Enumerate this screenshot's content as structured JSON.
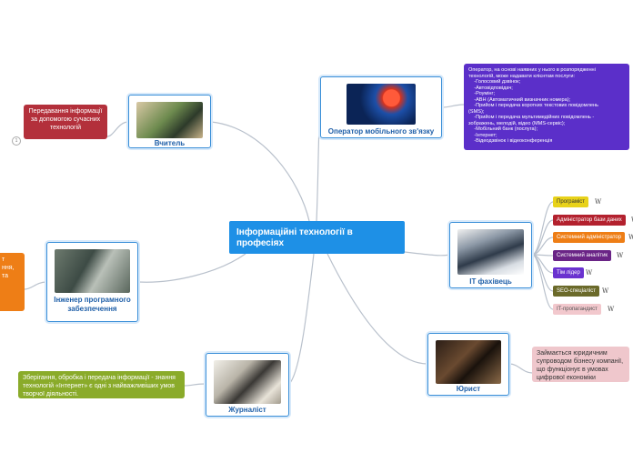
{
  "center": {
    "title": "Інформаційні технології в професіях"
  },
  "nodes": {
    "teacher": {
      "label": "Вчитель",
      "icon": "classroom-photo-icon"
    },
    "mobile": {
      "label": "Оператор мобільного зв'язку",
      "icon": "lte-network-photo-icon"
    },
    "it": {
      "label": "ІТ фахівець",
      "icon": "devices-photo-icon"
    },
    "software": {
      "label": "Інженер програмного забезпечення",
      "icon": "engineer-photo-icon"
    },
    "journalist": {
      "label": "Журналіст",
      "icon": "writing-desk-photo-icon"
    },
    "lawyer": {
      "label": "Юрист",
      "icon": "gavel-photo-icon"
    }
  },
  "notes": {
    "teacher": "Передавання інформації за допомогою сучасних технологій",
    "software_partial": "т\nння,\nта",
    "journalist": "Зберігання, обробка і передача інформації - знання технологій «Інтернет» є одні з найважливіших умов творчої діяльності.",
    "lawyer": "Займається юридичним супроводом бізнесу компанії, що функціонує в умовах цифрової економіки",
    "mobile_lines": [
      "Оператор, на основі наявних у нього в розпорядженні",
      "технологій, може надавати клієнтам послуги:",
      "",
      "    -Голосовий дзвінок;",
      "    -Автовідповідач;",
      "    -Роумінг;",
      "    -АВН (Автоматичний визначник номера);",
      "    -Прийом і передача коротких текстових повідомлень",
      "(SMS);",
      "    -Прийом і передача мультимедійних повідомлень -",
      "зображень, мелодій, відео (MMS-сервіс);",
      "    -Мобільний банк (послуга);",
      "    -Інтернет;",
      "    -Відеодзвінок і відеоконференція"
    ]
  },
  "it_tags": [
    {
      "label": "Програміст",
      "color": "#e8d21a",
      "text": "#333333"
    },
    {
      "label": "Адміністратор бази даних",
      "color": "#b3212e",
      "text": "#ffffff"
    },
    {
      "label": "Системний адміністратор",
      "color": "#ee7e16",
      "text": "#ffffff"
    },
    {
      "label": "Системний аналітик",
      "color": "#6a2486",
      "text": "#ffffff"
    },
    {
      "label": "Тім лідер",
      "color": "#6a32cf",
      "text": "#ffffff"
    },
    {
      "label": "SEO-спеціаліст",
      "color": "#6b6a2a",
      "text": "#ffffff"
    },
    {
      "label": "IT-пропагандист",
      "color": "#f2c8cd",
      "text": "#555555"
    }
  ],
  "wiki_glyph": "W",
  "collapse_glyph": "1",
  "colors": {
    "center": "#1e90e6",
    "card_border": "#3a8fd8",
    "teacher_note": "#b3303b",
    "journalist_note": "#8aab2a",
    "lawyer_note": "#efc7cc",
    "mobile_note": "#5b2fc9",
    "software_note": "#ee7e16",
    "link": "#b9c1cc"
  }
}
